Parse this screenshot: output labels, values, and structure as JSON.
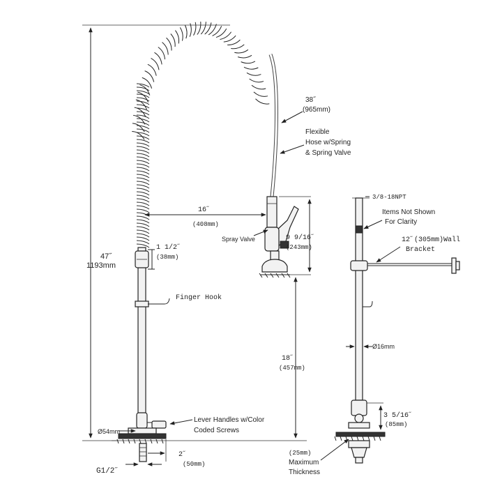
{
  "labels": {
    "total_height_in": "47˝",
    "total_height_mm": "1193mm",
    "hose_length_in": "38˝",
    "hose_length_mm": "(965mm)",
    "hose_desc_1": "Flexible",
    "hose_desc_2": "Hose w/Spring",
    "hose_desc_3": "& Spring Valve",
    "reach_in": "16˝",
    "reach_mm": "(408mm)",
    "spray_valve": "Spray Valve",
    "valve_height_in": "9 9/16˝",
    "valve_height_mm": "(243mm)",
    "coupling_in": "1 1/2˝",
    "coupling_mm": "(38mm)",
    "finger_hook": "Finger Hook",
    "clearance_in": "18˝",
    "clearance_mm": "(457mm)",
    "base_dia": "Ø54mm",
    "lever_1": "Lever Handles w/Color",
    "lever_2": "Coded Screws",
    "base_width_in": "2˝",
    "base_width_mm": "(50mm)",
    "thread": "G1/2˝",
    "side_thread": "3/8-18NPT",
    "not_shown_1": "Items Not Shown",
    "not_shown_2": "For Clarity",
    "bracket_1": "12˝(305mm)Wall",
    "bracket_2": "Bracket",
    "riser_dia": "Ø16mm",
    "side_base_in": "3 5/16˝",
    "side_base_mm": "(85mm)",
    "thickness_mm": "(25mm)",
    "thickness_1": "Maximum",
    "thickness_2": "Thickness"
  },
  "icons": [
    "dimension-arrow-icon",
    "leader-arrow-icon"
  ]
}
